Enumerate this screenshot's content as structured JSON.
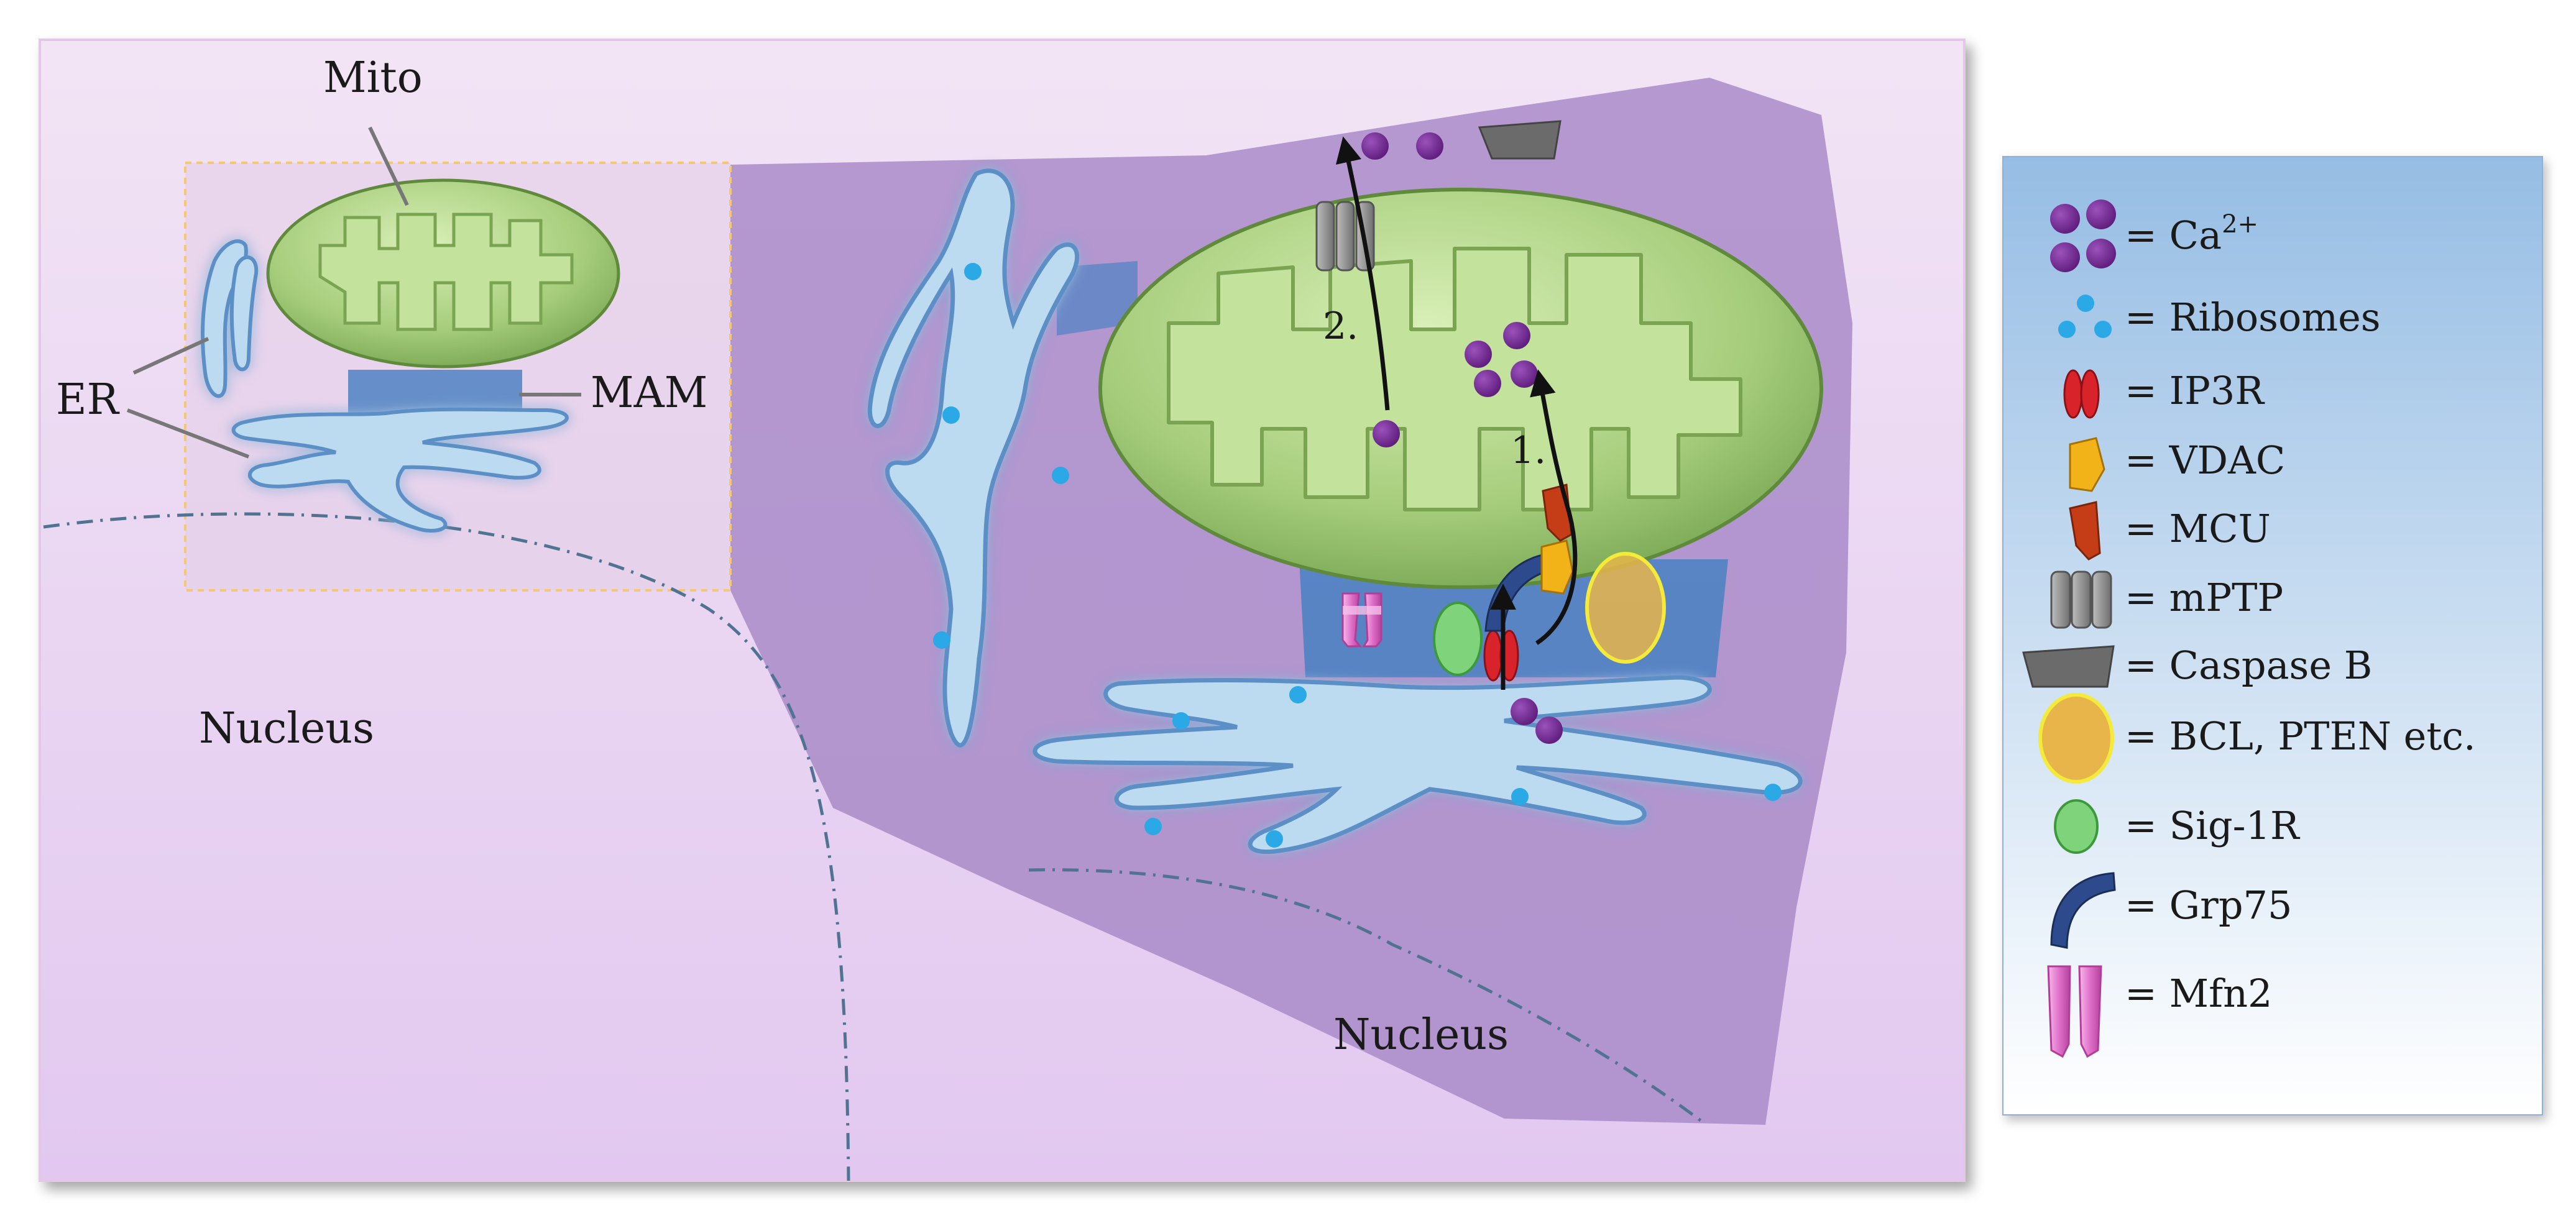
{
  "labels": {
    "mito": "Mito",
    "er": "ER",
    "mam": "MAM",
    "nucleus_left": "Nucleus",
    "nucleus_right": "Nucleus",
    "step1": "1.",
    "step2": "2."
  },
  "legend": {
    "ca_prefix": "= Ca",
    "ca_superscript": "2+",
    "ribosomes": "= Ribosomes",
    "ip3r": "= IP3R",
    "vdac": "= VDAC",
    "mcu": "= MCU",
    "mptp": "= mPTP",
    "caspase": "= Caspase B",
    "bcl": "= BCL,  PTEN etc.",
    "sig1r": "= Sig-1R",
    "grp75": "= Grp75",
    "mfn2": "= Mfn2"
  },
  "colors": {
    "cell_bg": "#e9d4f1",
    "cytoplasm": "#a884c4",
    "mito_fill": "#a9cf7f",
    "er_fill": "#bcdaf0",
    "er_edge": "#5b8fc5",
    "calcium": "#7a2f98",
    "ribosome": "#2ba8e6",
    "ip3r": "#d8232a",
    "vdac": "#f2b318",
    "mcu": "#c43d16",
    "mptp": "#8e8e8e",
    "caspase": "#6b6b6b",
    "bcl": "#e8b54a",
    "sig1r": "#7fd37a",
    "grp75": "#2d4b8c",
    "mfn2": "#e47fd0",
    "legend_bg": "#9dc2e6"
  }
}
